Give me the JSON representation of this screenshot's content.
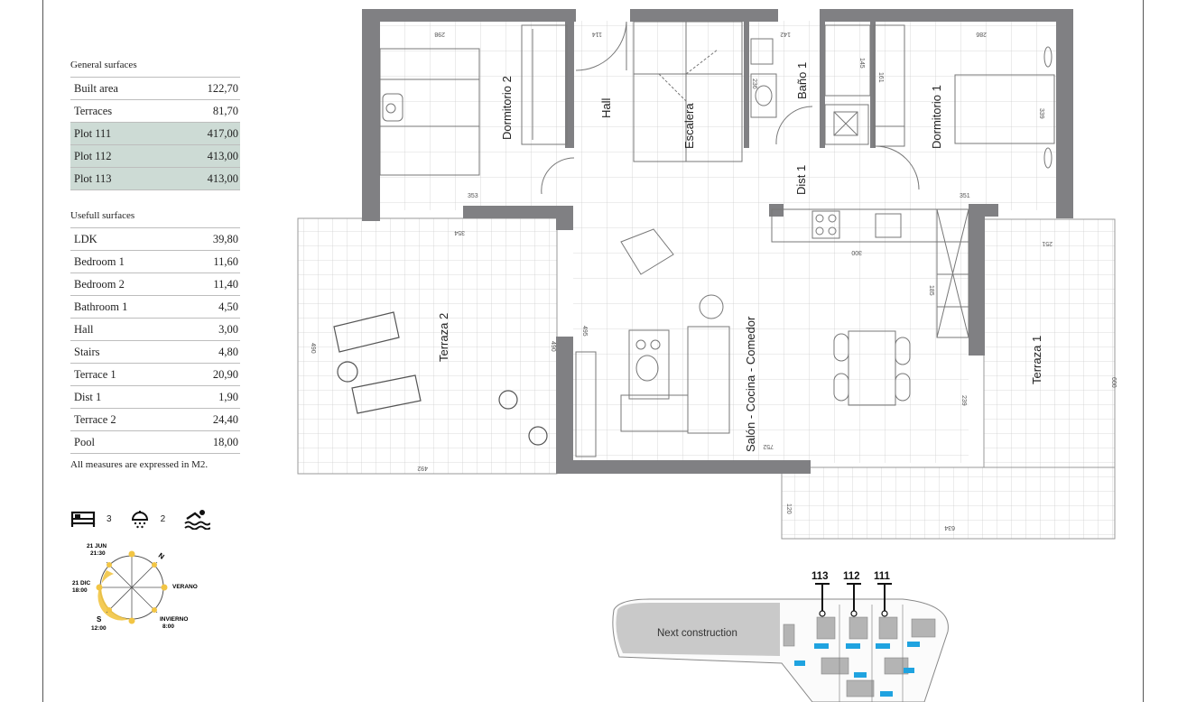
{
  "general": {
    "title": "General surfaces",
    "rows": [
      {
        "label": "Built area",
        "value": "122,70",
        "highlight": false
      },
      {
        "label": "Terraces",
        "value": "81,70",
        "highlight": false
      },
      {
        "label": "Plot 111",
        "value": "417,00",
        "highlight": true
      },
      {
        "label": "Plot 112",
        "value": "413,00",
        "highlight": true
      },
      {
        "label": "Plot 113",
        "value": "413,00",
        "highlight": true
      }
    ]
  },
  "useful": {
    "title": "Usefull surfaces",
    "rows": [
      {
        "label": "LDK",
        "value": "39,80"
      },
      {
        "label": "Bedroom 1",
        "value": "11,60"
      },
      {
        "label": "Bedroom 2",
        "value": "11,40"
      },
      {
        "label": "Bathroom 1",
        "value": "4,50"
      },
      {
        "label": "Hall",
        "value": "3,00"
      },
      {
        "label": "Stairs",
        "value": "4,80"
      },
      {
        "label": "Terrace 1",
        "value": "20,90"
      },
      {
        "label": "Dist 1",
        "value": "1,90"
      },
      {
        "label": "Terrace 2",
        "value": "24,40"
      },
      {
        "label": "Pool",
        "value": "18,00"
      }
    ]
  },
  "note": "All measures are expressed in M2.",
  "amenities": {
    "bedrooms": "3",
    "bathrooms": "2",
    "icons": [
      "bed-icon",
      "shower-icon",
      "pool-icon"
    ]
  },
  "sun": {
    "label_jun_line1": "21 JUN",
    "label_jun_line2": "21:30",
    "label_dic_line1": "21 DIC",
    "label_dic_line2": "18:00",
    "label_s_line1": "S",
    "label_s_line2": "12:00",
    "label_north": "N",
    "label_verano": "VERANO",
    "label_invierno_line1": "INVIERNO",
    "label_invierno_line2": "8:00",
    "accent": "#f2c544"
  },
  "rooms": {
    "dormitorio2": "Dormitorio 2",
    "hall": "Hall",
    "escalera": "Escalera",
    "bano1": "Baño 1",
    "dormitorio1": "Dormitorio 1",
    "dist1": "Dist 1",
    "terraza2": "Terraza 2",
    "salon": "Salón - Cocina - Comedor",
    "terraza1": "Terraza 1"
  },
  "dims": {
    "d298": "298",
    "d114": "114",
    "d142": "142",
    "d286": "286",
    "d145": "145",
    "d161": "161",
    "d236": "236",
    "d339": "339",
    "d353": "353",
    "d351": "351",
    "d354": "354",
    "d300": "300",
    "d251": "251",
    "d185": "185",
    "d495": "495",
    "d490a": "490",
    "d490b": "490",
    "d492": "492",
    "d752": "752",
    "d239": "239",
    "d600": "600",
    "d120": "120",
    "d634": "634"
  },
  "siteplan": {
    "plot113": "113",
    "plot112": "112",
    "plot111": "111",
    "next": "Next construction"
  },
  "colors": {
    "wall": "#808083",
    "highlight": "#cddbd5",
    "pool": "#1fa3e0",
    "grid": "#d2d2d2"
  }
}
